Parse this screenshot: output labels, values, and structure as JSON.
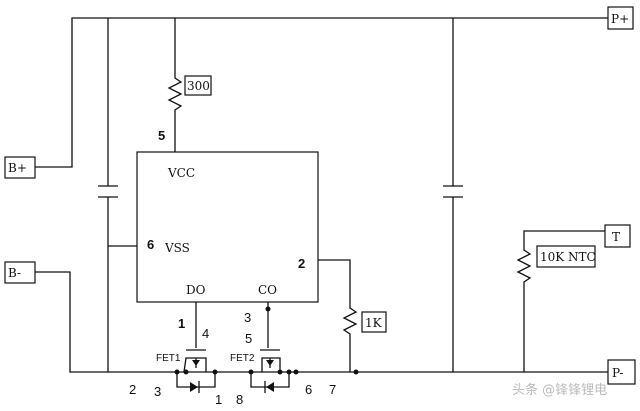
{
  "terminals": {
    "p_plus": "P+",
    "p_minus": "P-",
    "b_plus": "B+",
    "b_minus": "B-",
    "t": "T"
  },
  "components": {
    "r_vcc": "300",
    "r_pin2": "1K",
    "ntc": "10K NTC",
    "fet1": "FET1",
    "fet2": "FET2"
  },
  "ic": {
    "vcc": "VCC",
    "vss": "VSS",
    "do": "DO",
    "co": "CO"
  },
  "pins": {
    "vcc_pin": "5",
    "vss_pin": "6",
    "v_pin": "2",
    "do_pin": "1",
    "co_pin": "3",
    "fet1_gate": "4",
    "fet2_gate": "5",
    "bottom": [
      "2",
      "3",
      "1",
      "8",
      "6",
      "7"
    ]
  },
  "watermark": "头条 @锋锋锂电"
}
